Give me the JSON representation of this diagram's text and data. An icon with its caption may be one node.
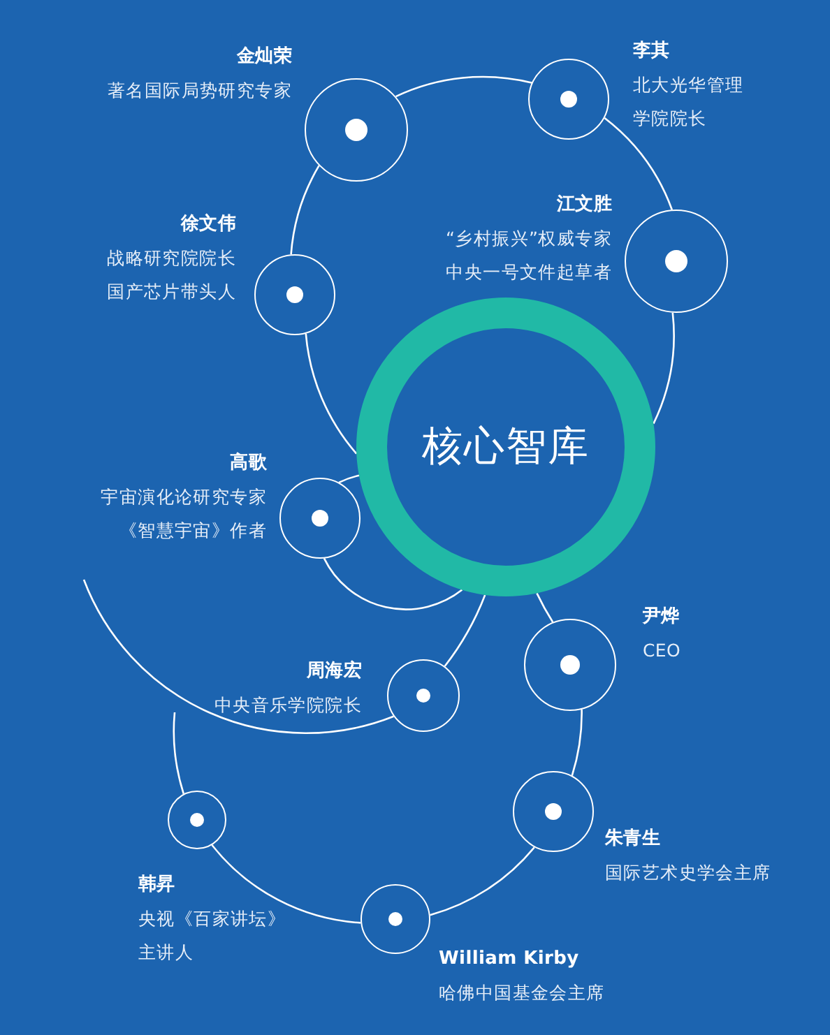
{
  "diagram": {
    "nodes": [
      {
        "text": [
          "金灿荣",
          "著名国际局势研究专家"
        ]
      },
      {
        "text": [
          "李其",
          "北大光华管理学院院长"
        ]
      },
      {
        "text": [
          "徐文伟",
          "战略研究院院长",
          "国产芯片带头人"
        ]
      },
      {
        "text": [
          "江文胜",
          "“乡村振兴”权威专家",
          "中央一号文件起草者"
        ]
      },
      {
        "text": [
          "核心智库"
        ]
      },
      {
        "text": [
          "高歌",
          "宇宙演化论研究专家",
          "《智慧宇宙》作者"
        ]
      },
      {
        "text": [
          "尹烨",
          "CEO"
        ]
      },
      {
        "text": [
          "周海宏",
          "中央音乐学院院长"
        ]
      },
      {
        "text": [
          "韩昇",
          "央视《百家讲坛》主讲人"
        ]
      },
      {
        "text": [
          "朱青生",
          "国际艺术史学会主席"
        ]
      },
      {
        "text": [
          "William Kirby",
          "哈佛中国基金会主席"
        ]
      }
    ],
    "edges": [
      {
        "from": 2,
        "to": 0,
        "arrow": "none"
      },
      {
        "from": 0,
        "to": 1,
        "arrow": "none"
      },
      {
        "from": 1,
        "to": 3,
        "arrow": "none"
      },
      {
        "from": 3,
        "to": 4,
        "arrow": "none"
      },
      {
        "from": 4,
        "to": 2,
        "arrow": "none"
      },
      {
        "from": 5,
        "to": 4,
        "arrow": "none"
      },
      {
        "from": 4,
        "to": 5,
        "arrow": "none"
      },
      {
        "from": 4,
        "to": 7,
        "arrow": "none"
      },
      {
        "from": null,
        "to": 7,
        "arrow": "none"
      },
      {
        "from": 4,
        "to": 6,
        "arrow": "none"
      },
      {
        "from": 6,
        "to": 9,
        "arrow": "none"
      },
      {
        "from": 9,
        "to": 10,
        "arrow": "none"
      },
      {
        "from": 10,
        "to": 8,
        "arrow": "none"
      },
      {
        "from": 8,
        "to": null,
        "arrow": "none"
      }
    ]
  }
}
